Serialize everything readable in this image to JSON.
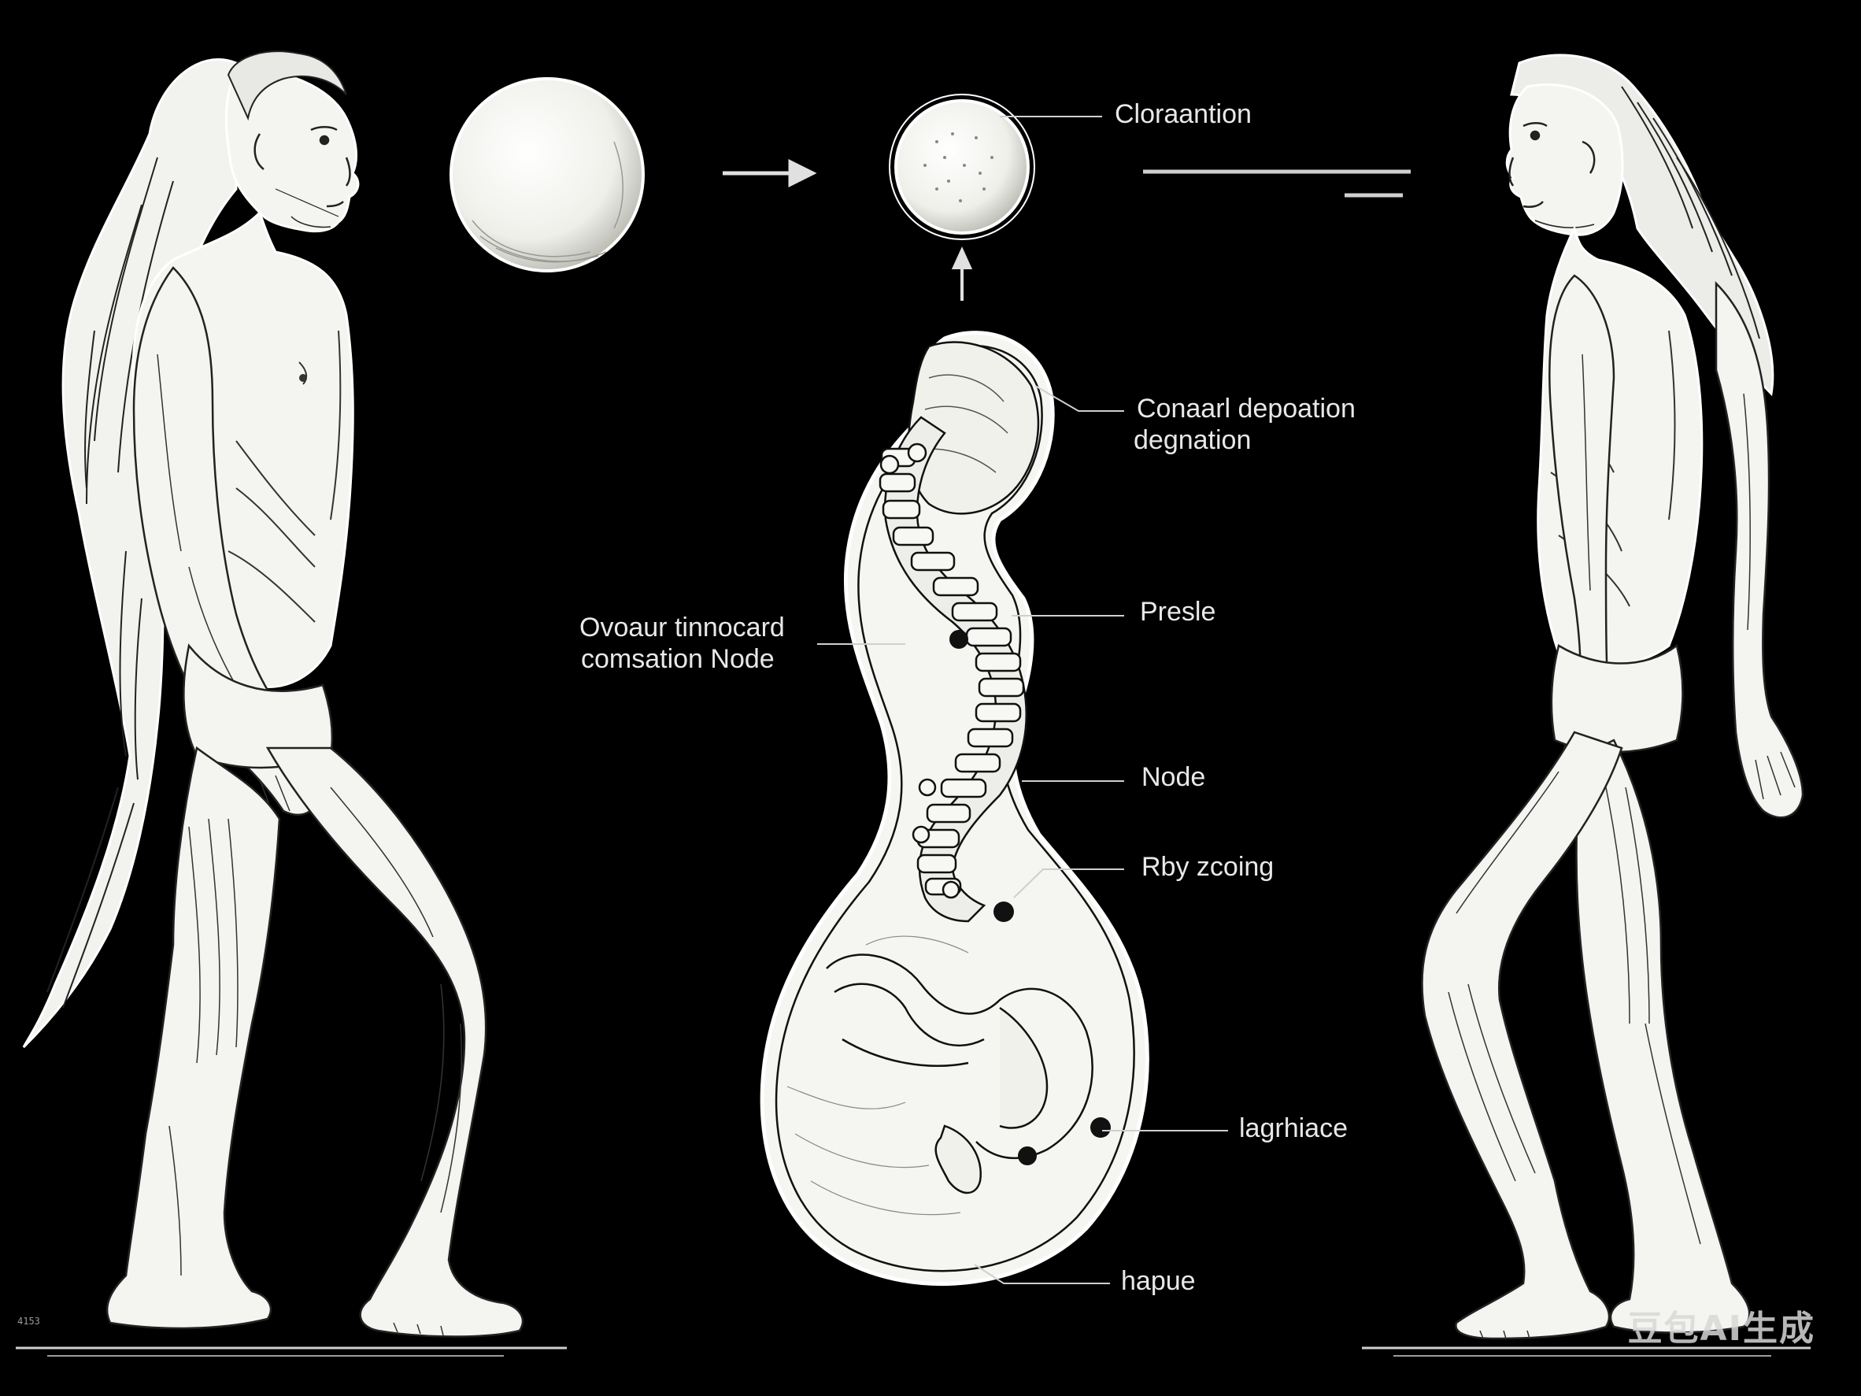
{
  "labels": {
    "top_right": "Cloraantion",
    "upper_right_line1": "Conaarl depoation",
    "upper_right_line2": "degnation",
    "left_line1": "Ovoaur tinnocard",
    "left_line2": "comsation Node",
    "presle": "Presle",
    "node": "Node",
    "rby": "Rby zcoing",
    "lagrhiace": "lagrhiace",
    "hapue": "hapue"
  },
  "watermark": "豆包AI生成",
  "corner_mark": "4153",
  "colors": {
    "background": "#000000",
    "line": "#ffffff",
    "fill": "#f4f4f0"
  }
}
